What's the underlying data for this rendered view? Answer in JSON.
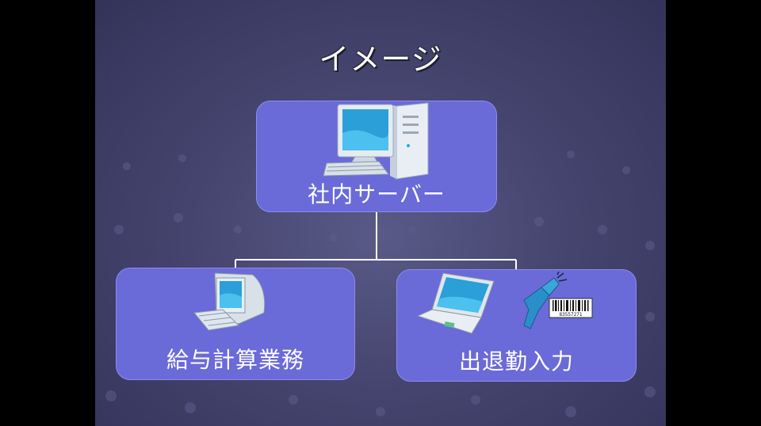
{
  "title": "イメージ",
  "nodes": {
    "server": {
      "label": "社内サーバー",
      "icon": "desktop-pc-icon"
    },
    "payroll": {
      "label": "給与計算業務",
      "icon": "crt-monitor-icon"
    },
    "attendance": {
      "label": "出退勤入力",
      "icons": [
        "laptop-icon",
        "barcode-scanner-icon"
      ]
    }
  },
  "barcode_digits": "83557271",
  "colors": {
    "box_fill": "#6a6ad8",
    "box_border": "#8c8cf0",
    "background": "#45456f",
    "connector": "#ffffff"
  }
}
